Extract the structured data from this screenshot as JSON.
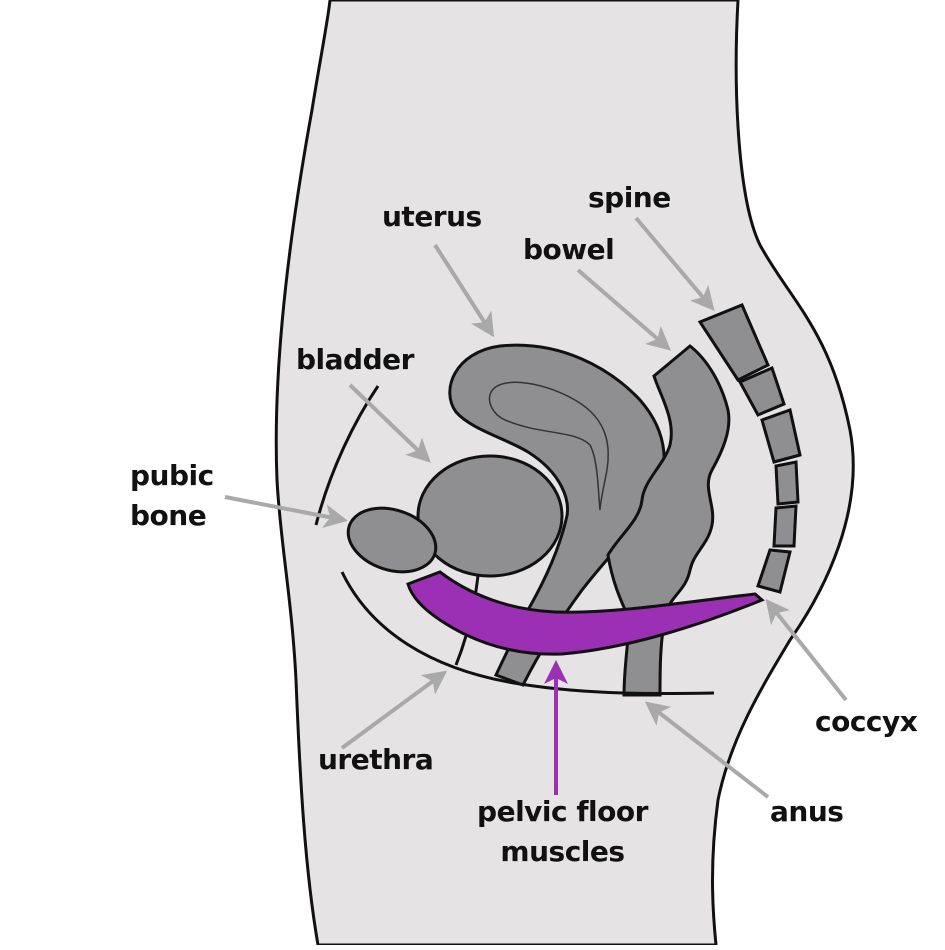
{
  "colors": {
    "body_fill": "#e5e3e4",
    "organ_fill": "#8f8f91",
    "outline": "#111111",
    "pelvic_floor": "#9b30b5",
    "pointer": "#a9a9a9"
  },
  "labels": {
    "spine": "spine",
    "uterus": "uterus",
    "bowel": "bowel",
    "bladder": "bladder",
    "pubic_bone": [
      "pubic",
      "bone"
    ],
    "coccyx": "coccyx",
    "urethra": "urethra",
    "pelvic_floor": [
      "pelvic floor",
      "muscles"
    ],
    "anus": "anus"
  }
}
